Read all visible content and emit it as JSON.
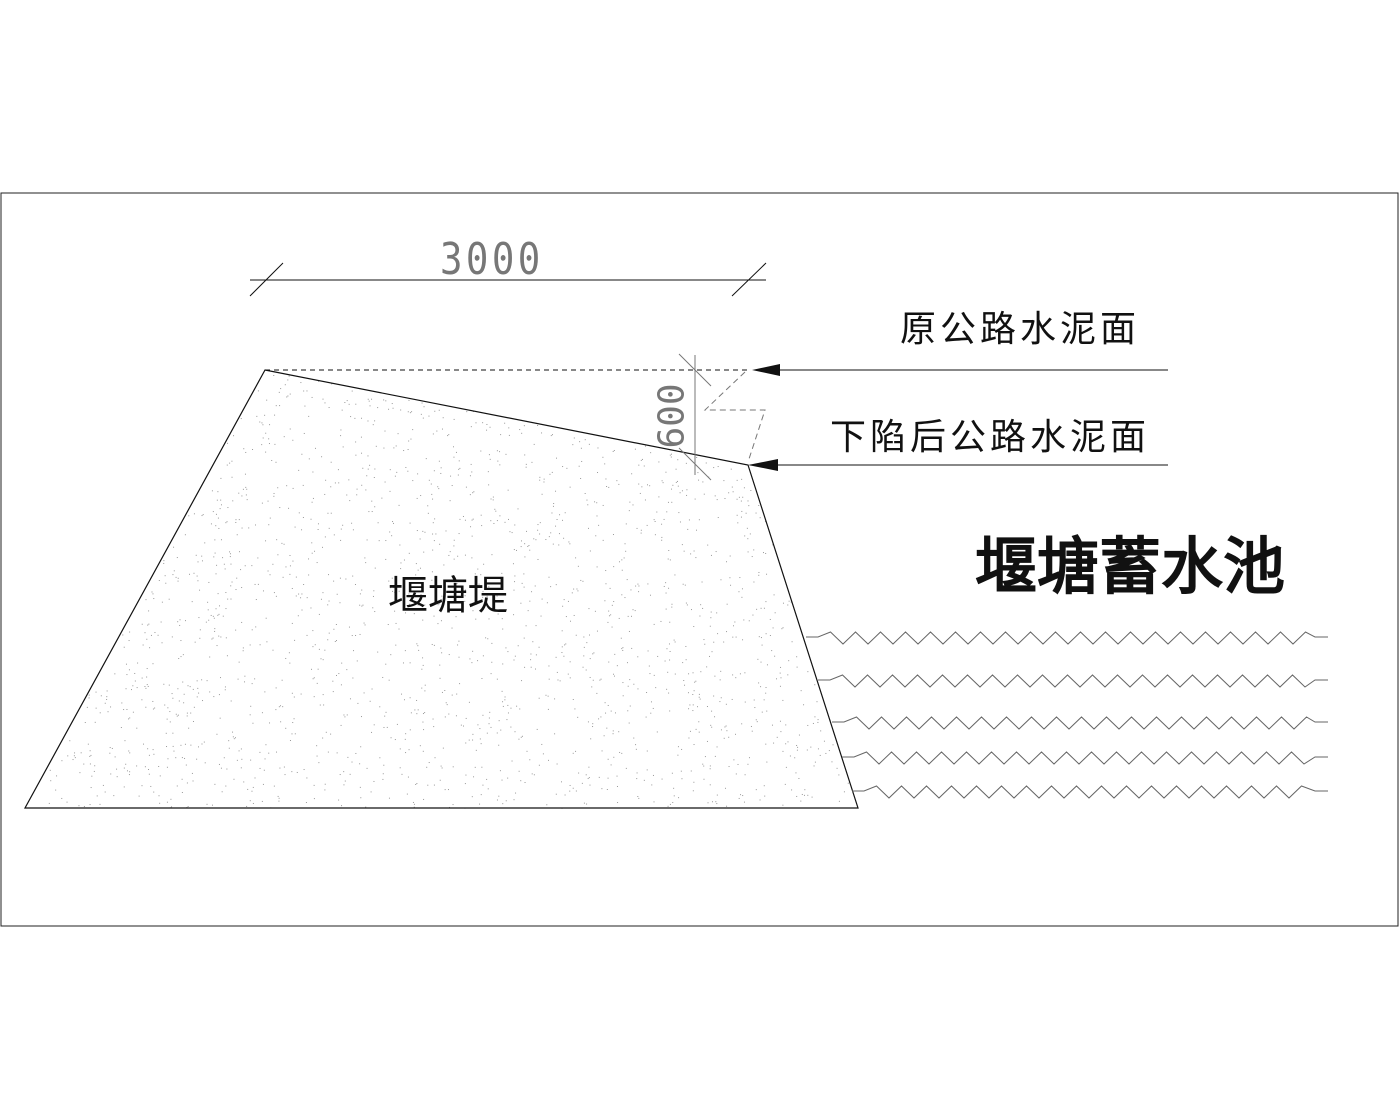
{
  "dimensions": {
    "width_label": "3000",
    "drop_label": "600"
  },
  "labels": {
    "original_surface": "原公路水泥面",
    "sunken_surface": "下陷后公路水泥面",
    "reservoir": "堰塘蓄水池",
    "embankment": "堰塘堤"
  },
  "colors": {
    "line": "#111111",
    "dim": "#777777"
  }
}
